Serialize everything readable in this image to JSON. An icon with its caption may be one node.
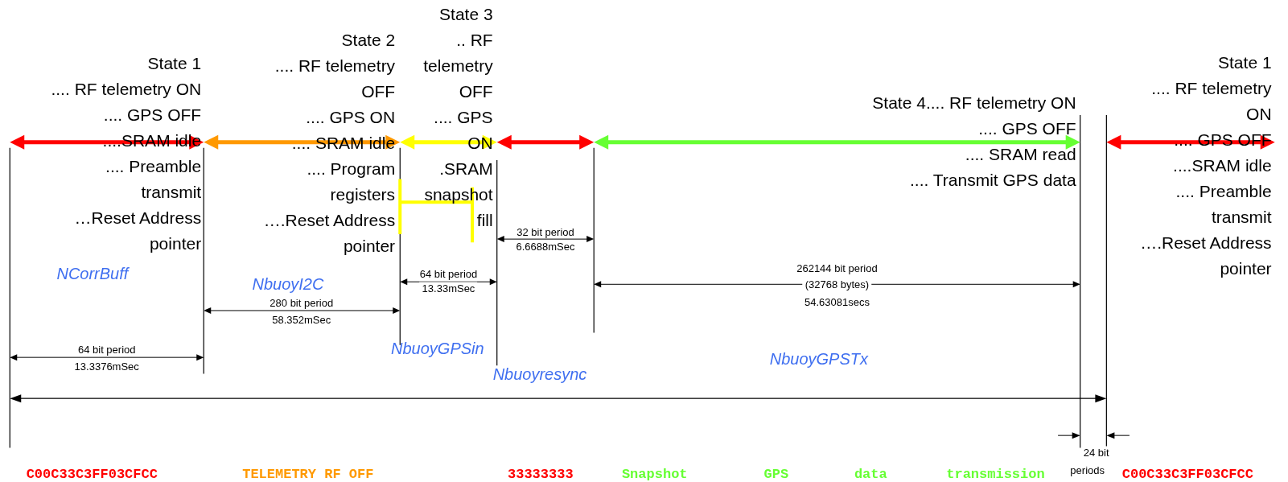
{
  "diagram": {
    "labels": [
      "State 1",
      ".... RF telemetry ON",
      ".... GPS OFF",
      "....SRAM idle",
      ".... Preamble transmit",
      "…Reset Address pointer",
      "State 2",
      ".... RF telemetry OFF",
      ".... GPS ON",
      ".... SRAM idle",
      ".... Program registers",
      "….Reset Address pointer",
      "State 3",
      ".. RF telemetry OFF",
      ".... GPS ON",
      ".SRAM snapshot fill",
      "State 4.... RF telemetry ON",
      ".... GPS OFF",
      ".... SRAM read",
      ".... Transmit GPS data",
      "State 1",
      ".... RF telemetry ON",
      ".... GPS OFF",
      "....SRAM idle",
      ".... Preamble transmit",
      "….Reset Address pointer",
      "32 bit period",
      "6.6688mSec",
      "262144 bit period",
      "(32768 bytes)",
      "54.63081secs",
      "64 bit period",
      "13.33mSec",
      "280 bit period",
      "58.352mSec",
      "64 bit period",
      "13.3376mSec",
      "24 bit",
      "periods",
      "NCorrBuff",
      "NbuoyI2C",
      "NbuoyGPSin",
      "NbuoyGPSTx",
      "Nbuoyresync",
      "C00C33C3FF03CFCC",
      "TELEMETRY RF OFF",
      "33333333",
      "Snapshot",
      "GPS",
      "data",
      "transmission",
      "C00C33C3FF03CFCC"
    ]
  }
}
